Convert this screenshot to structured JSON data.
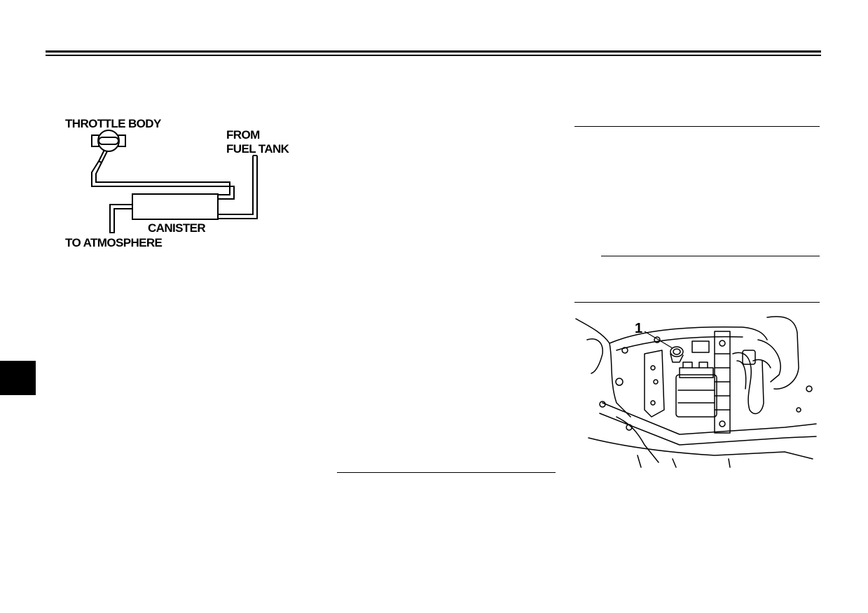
{
  "diagram": {
    "labels": {
      "throttle_body": "THROTTLE BODY",
      "from": "FROM",
      "fuel_tank": "FUEL TANK",
      "canister": "CANISTER",
      "to_atmosphere": "TO ATMOSPHERE"
    }
  },
  "photo": {
    "callout": "1"
  },
  "colors": {
    "ink": "#000000",
    "paper": "#ffffff"
  }
}
